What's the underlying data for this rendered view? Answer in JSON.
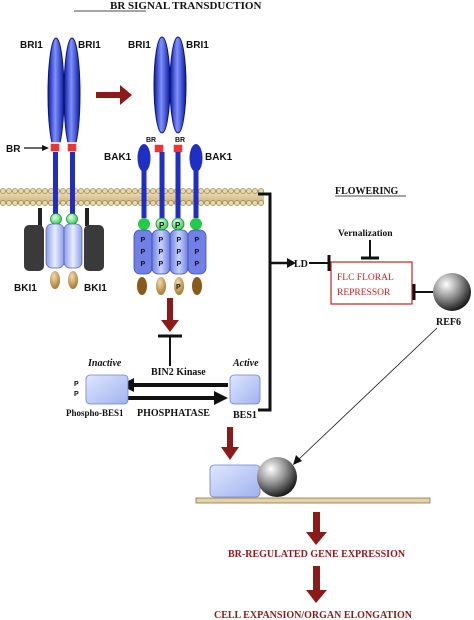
{
  "title": "BR SIGNAL TRANSDUCTION",
  "labels": {
    "bri1": "BRI1",
    "br": "BR",
    "bak1": "BAK1",
    "bki1": "BKI1",
    "p": "P",
    "flowering": "FLOWERING",
    "vernalization": "Vernalization",
    "flc_line1": "FLC FLORAL",
    "flc_line2": "REPRESSOR",
    "ld": "LD",
    "ref6": "REF6",
    "inactive": "Inactive",
    "active": "Active",
    "bin2_kinase": "BIN2 Kinase",
    "phosphatase": "PHOSPHATASE",
    "phospho_bes1": "Phospho-BES1",
    "bes1": "BES1",
    "gene_expression": "BR-REGULATED GENE EXPRESSION",
    "cell_expansion": "CELL EXPANSION/ORGAN ELONGATION"
  },
  "colors": {
    "receptor_blue": "#1f2fc4",
    "bes1_blue": "#b9c8f2",
    "membrane_tan": "#c9b07a",
    "kinase_green": "#22cc44",
    "bki1_dark": "#3a3a3a",
    "brown_oval": "#8a5a1a",
    "arrow_red": "#8b1a1a",
    "flc_red": "#cc2222"
  }
}
